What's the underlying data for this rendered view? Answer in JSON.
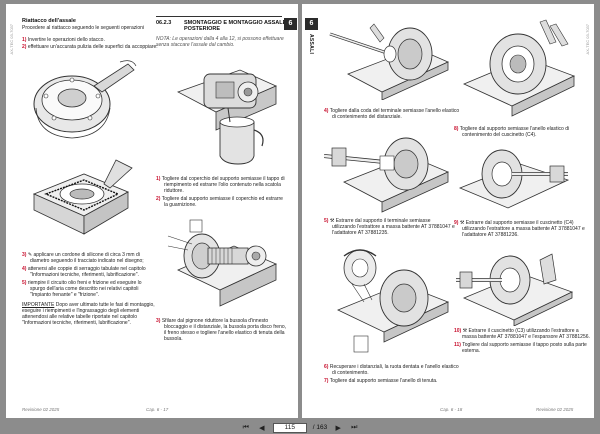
{
  "viewer": {
    "current_page": "115",
    "total_pages": "/ 163",
    "icons": [
      "first-page-icon",
      "prev-page-icon",
      "next-page-icon",
      "last-page-icon"
    ]
  },
  "left": {
    "side_tag": "AX-TEC 03-7037",
    "section_title": "Riattacco dell'assale",
    "intro": "Procedere al riattacco seguendo le seguenti operazioni",
    "steps_top": [
      {
        "n": "1)",
        "t": "Invertire le operazioni dello stacco."
      },
      {
        "n": "2)",
        "t": "effettuare un'accurata pulizia delle superfici da accoppiare:"
      }
    ],
    "step3": {
      "n": "3)",
      "l1": "applicare un cordone di silicone di circa 3 mm di",
      "l2": "diametro seguendo il tracciato indicato nel disegno;"
    },
    "step4": {
      "n": "4)",
      "l1": "attenersi alle coppie di serraggio tabulate nel capitolo",
      "l2": "\"Informazioni tecniche, riferimenti, lubrificazione\"."
    },
    "step5": {
      "n": "5)",
      "l1": "riempire il circuito olio freni e frizione ed eseguire lo",
      "l2": "spurgo dell'aria come descritto nei relativi capitoli",
      "l3": "\"Impianto frenante\" e \"frizione\"."
    },
    "note_label": "IMPORTANTE",
    "note_l1": "Dopo aver ultimato tutte le fasi di montaggio,",
    "note_l2": "eseguire i riempimenti e l'ingrassaggio degli elementi",
    "note_l3": "attenendosi alle relative tabelle riportate nel capitolo",
    "note_l4": "\"Informazioni tecniche, riferimenti, lubrificazione\".",
    "sub_no": "06.2.3",
    "sub_title_1": "SMONTAGGIO E MONTAGGIO ASSALE",
    "sub_title_2": "POSTERIORE",
    "sub_note_l1": "NOTA: Le operazioni dalla 4 alla 12, si possono effettuare",
    "sub_note_l2": "senza staccare l'assale dal cambio.",
    "r1": {
      "n": "1)",
      "l1": "Togliere dal coperchio del supporto semiasse il tappo di",
      "l2": "riempimento ed estrarre l'olio contenuto nella scatola",
      "l3": "riduttore."
    },
    "r2": {
      "n": "2)",
      "l1": "Togliere dal supporto semiasse il coperchio ed estrarre",
      "l2": "la guarnizione."
    },
    "r3": {
      "n": "3)",
      "l1": "Sfilare dal pignone riduttore la bussola d'innesto",
      "l2": "bloccaggio e il distanziale, la bussola porta disco freno,",
      "l3": "il freno stesso e togliere l'anello elastico di tenuta della",
      "l4": "bussola."
    },
    "footer_left": "Revisione 02 2025",
    "footer_right": "Cap. 6 - 17",
    "chapter": "6"
  },
  "right": {
    "side_label": "ASSALI",
    "chapter": "6",
    "side_tag": "AX-TEC 03-7037",
    "s4": {
      "n": "4)",
      "l1": "Togliere dalla coda del terminale semiasse l'anello elastico",
      "l2": "di contenimento del distanziale."
    },
    "s8": {
      "n": "8)",
      "l1": "Togliere dal supporto semiasse l'anello elastico di",
      "l2": "contenimento del cuscinetto",
      "ref": "(C4)."
    },
    "s5": {
      "n": "5)",
      "l1": "Estrarre dal supporto il terminale semiasse",
      "l2": "utilizzando l'estrattore a massa battente AT 37881047 e",
      "l3": "l'adattatore AT 37881235."
    },
    "s9": {
      "n": "9)",
      "l1": "Estrarre dal supporto semiasse il cuscinetto",
      "ref": "(C4)",
      "l2": "utilizzando l'estrattore a massa battente AT 37881047 e",
      "l3": "l'adattatore AT 37881236."
    },
    "s6": {
      "n": "6)",
      "l1": "Recuperare i distanziali, la ruota dentata e l'anello elastico",
      "l2": "di contenimento."
    },
    "s7": {
      "n": "7)",
      "l1": "Togliere dal supporto semiasse l'anello di tenuta."
    },
    "s10": {
      "n": "10)",
      "l1": "Estrarre il cuscinetto",
      "ref": "(C3)",
      "l1b": "utilizzando l'estrattore a",
      "l2": "massa battente AT 37881047 e l'espansore AT 37881256."
    },
    "s11": {
      "n": "11)",
      "l1": "Togliere dal supporto semiasse il tappo posto sulla parte",
      "l2": "esterna."
    },
    "footer_left": "Cap. 6 - 18",
    "footer_right": "Revisione 02 2025"
  }
}
